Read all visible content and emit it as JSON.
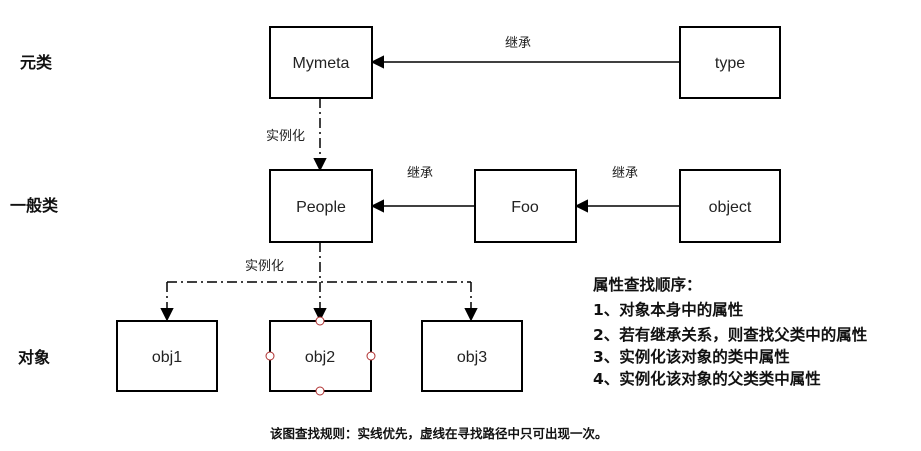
{
  "rows": {
    "meta": "元类",
    "general": "一般类",
    "instance": "对象"
  },
  "nodes": {
    "mymeta": "Mymeta",
    "type": "type",
    "people": "People",
    "foo": "Foo",
    "object": "object",
    "obj1": "obj1",
    "obj2": "obj2",
    "obj3": "obj3"
  },
  "edges": {
    "inherit_type_mymeta": "继承",
    "inherit_foo_people": "继承",
    "inherit_object_foo": "继承",
    "instantiate_mymeta_people": "实例化",
    "instantiate_people_objs": "实例化"
  },
  "notes": {
    "title": "属性查找顺序：",
    "items": [
      "1、对象本身中的属性",
      "2、若有继承关系，则查找父类中的属性",
      "3、实例化该对象的类中属性",
      "4、实例化该对象的父类类中属性"
    ]
  },
  "footer": "该图查找规则：实线优先，虚线在寻找路径中只可出现一次。"
}
